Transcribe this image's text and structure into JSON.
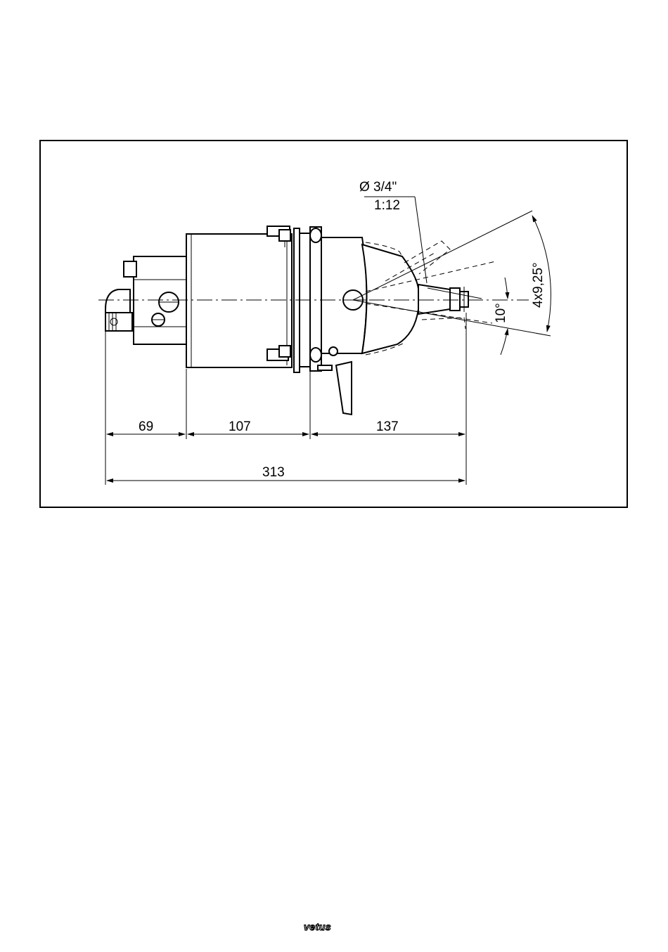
{
  "labels": {
    "diameter": "Ø 3/4\"",
    "taper": "1:12",
    "tilt_steps": "4x9,25°",
    "tilt_angle": "10°"
  },
  "dimensions": {
    "d69": "69",
    "d107": "107",
    "d137": "137",
    "total": "313"
  },
  "footer": {
    "logo": "vetus"
  }
}
